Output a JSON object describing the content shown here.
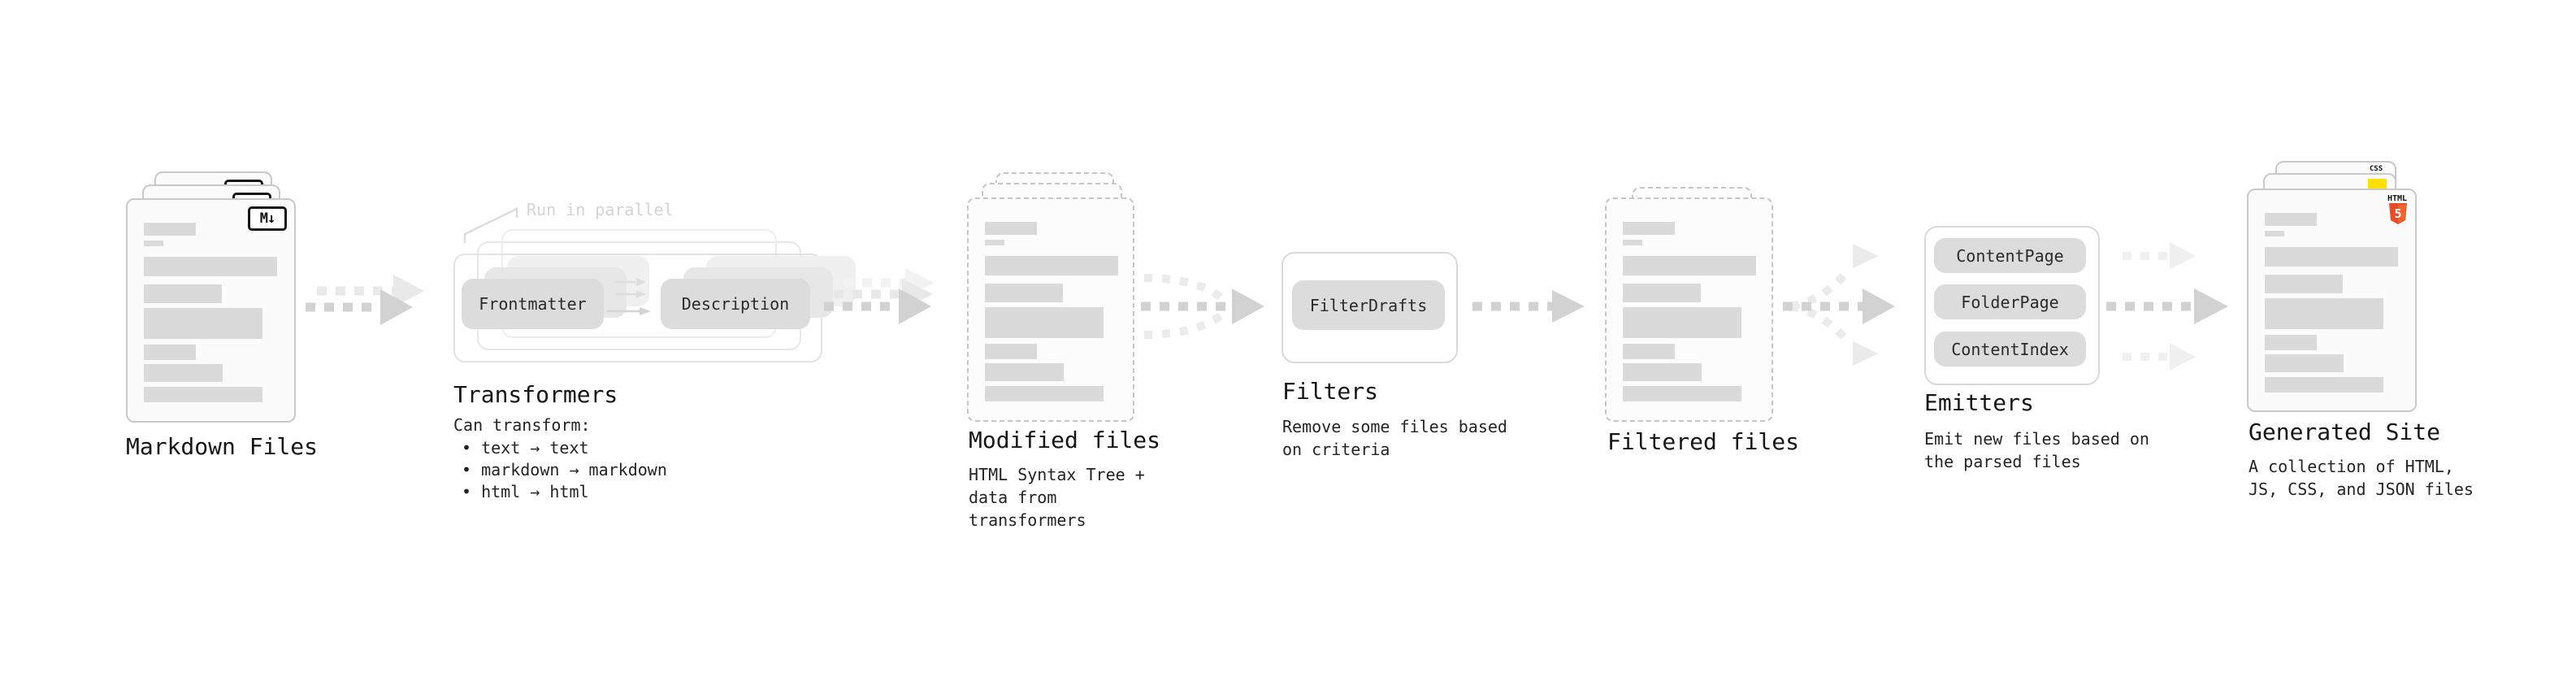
{
  "markdown_files": {
    "title": "Markdown Files",
    "badge_label": "M↓"
  },
  "transformers": {
    "annotation": "Run in parallel",
    "input_pill": "Frontmatter",
    "output_pill": "Description",
    "title": "Transformers",
    "caption_heading": "Can transform:",
    "bullets": [
      "• text → text",
      "• markdown → markdown",
      "• html → html"
    ]
  },
  "modified_files": {
    "title": "Modified files",
    "caption": "HTML Syntax Tree +\ndata from transformers"
  },
  "filters": {
    "pill": "FilterDrafts",
    "title": "Filters",
    "caption": "Remove some files based\non criteria"
  },
  "filtered_files": {
    "title": "Filtered files"
  },
  "emitters": {
    "pills": [
      "ContentPage",
      "FolderPage",
      "ContentIndex"
    ],
    "title": "Emitters",
    "caption": "Emit new files based on\nthe parsed files"
  },
  "generated_site": {
    "title": "Generated Site",
    "caption": "A collection of HTML,\nJS, CSS, and JSON files",
    "css_badge": "CSS",
    "html_badge_word": "HTML",
    "html_badge_number": "5"
  },
  "colors": {
    "html5_orange": "#e44d26",
    "html5_orange_light": "#f16529",
    "js_yellow": "#ffe000",
    "css_blue": "#2d6ae3",
    "pill_gray": "#dcdcdc",
    "bar_gray": "#dadada",
    "arrow_dark": "#d2d2d2",
    "arrow_light": "#e8e8e8",
    "arrow_lightest": "#f2f2f2"
  }
}
